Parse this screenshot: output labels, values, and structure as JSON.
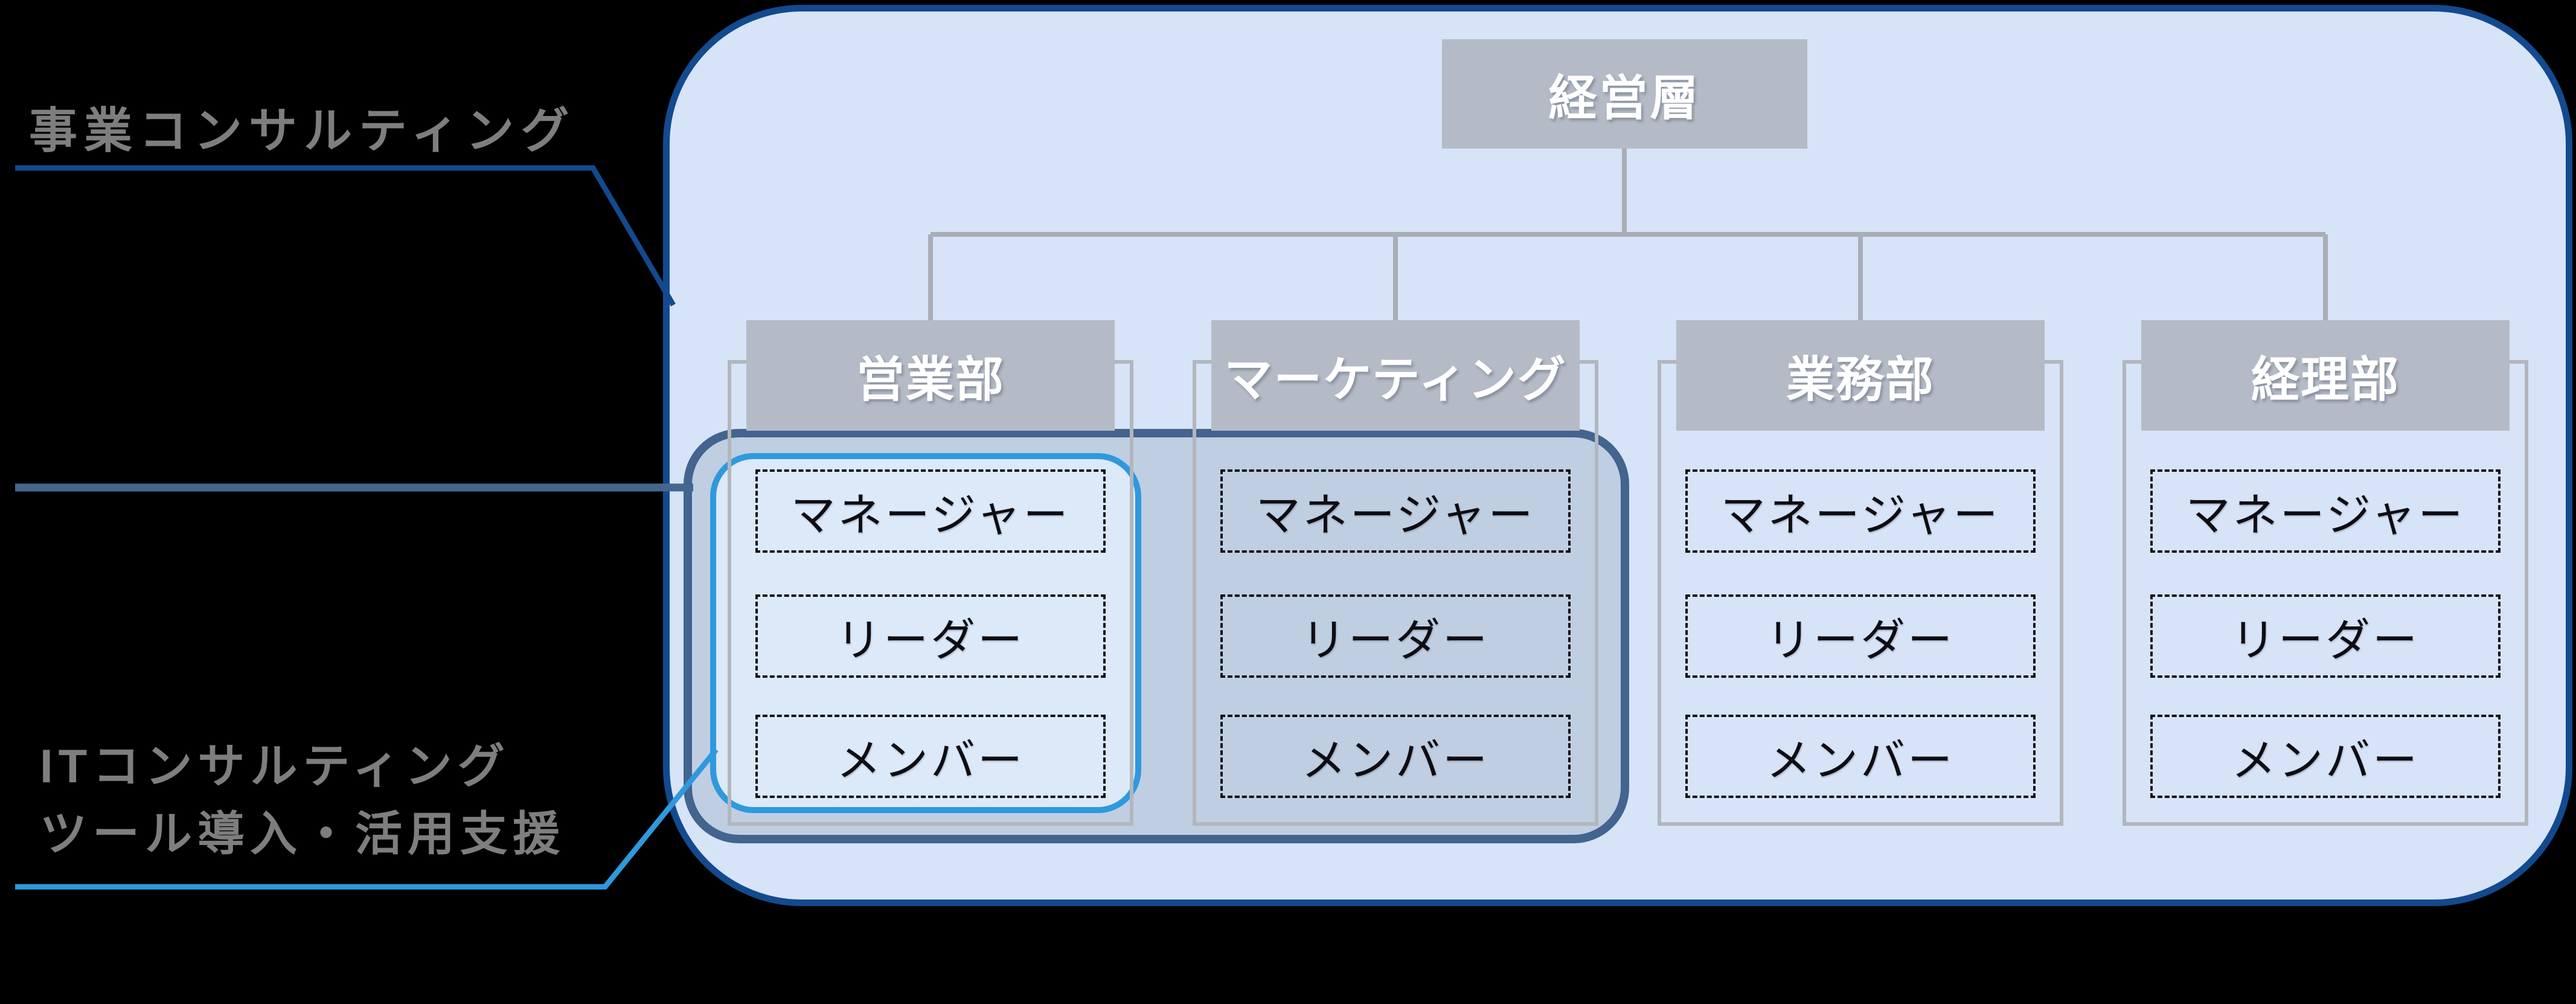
{
  "diagram": {
    "title_callouts": {
      "top_label": "事業コンサルティング",
      "bottom_label_line1": "ITコンサルティング",
      "bottom_label_line2": "ツール導入・活用支援"
    },
    "org_chart": {
      "root": "経営層",
      "departments": [
        {
          "name": "営業部",
          "roles": [
            "マネージャー",
            "リーダー",
            "メンバー"
          ]
        },
        {
          "name": "マーケティング",
          "roles": [
            "マネージャー",
            "リーダー",
            "メンバー"
          ]
        },
        {
          "name": "業務部",
          "roles": [
            "マネージャー",
            "リーダー",
            "メンバー"
          ]
        },
        {
          "name": "経理部",
          "roles": [
            "マネージャー",
            "リーダー",
            "メンバー"
          ]
        }
      ]
    },
    "scopes": {
      "business_consulting_scope": "container (whole organization)",
      "it_consulting_scope_wide": "営業部 + マーケティング lower layers",
      "it_consulting_scope_narrow": "営業部 lower layers"
    },
    "colors": {
      "background": "#000000",
      "container_fill": "#d7e3f6",
      "container_border": "#134a8e",
      "dark_scope_border": "#42648e",
      "sky_scope_border": "#2f99dd",
      "sky_scope_fill": "#dbe9f8",
      "box_gray": "#b4bbc6",
      "outline_gray": "#b2b6bd",
      "connector_gray": "#a9adb5",
      "label_gray": "#7e7e7e",
      "role_text": "#0d0d12",
      "header_text": "#ffffff"
    }
  }
}
